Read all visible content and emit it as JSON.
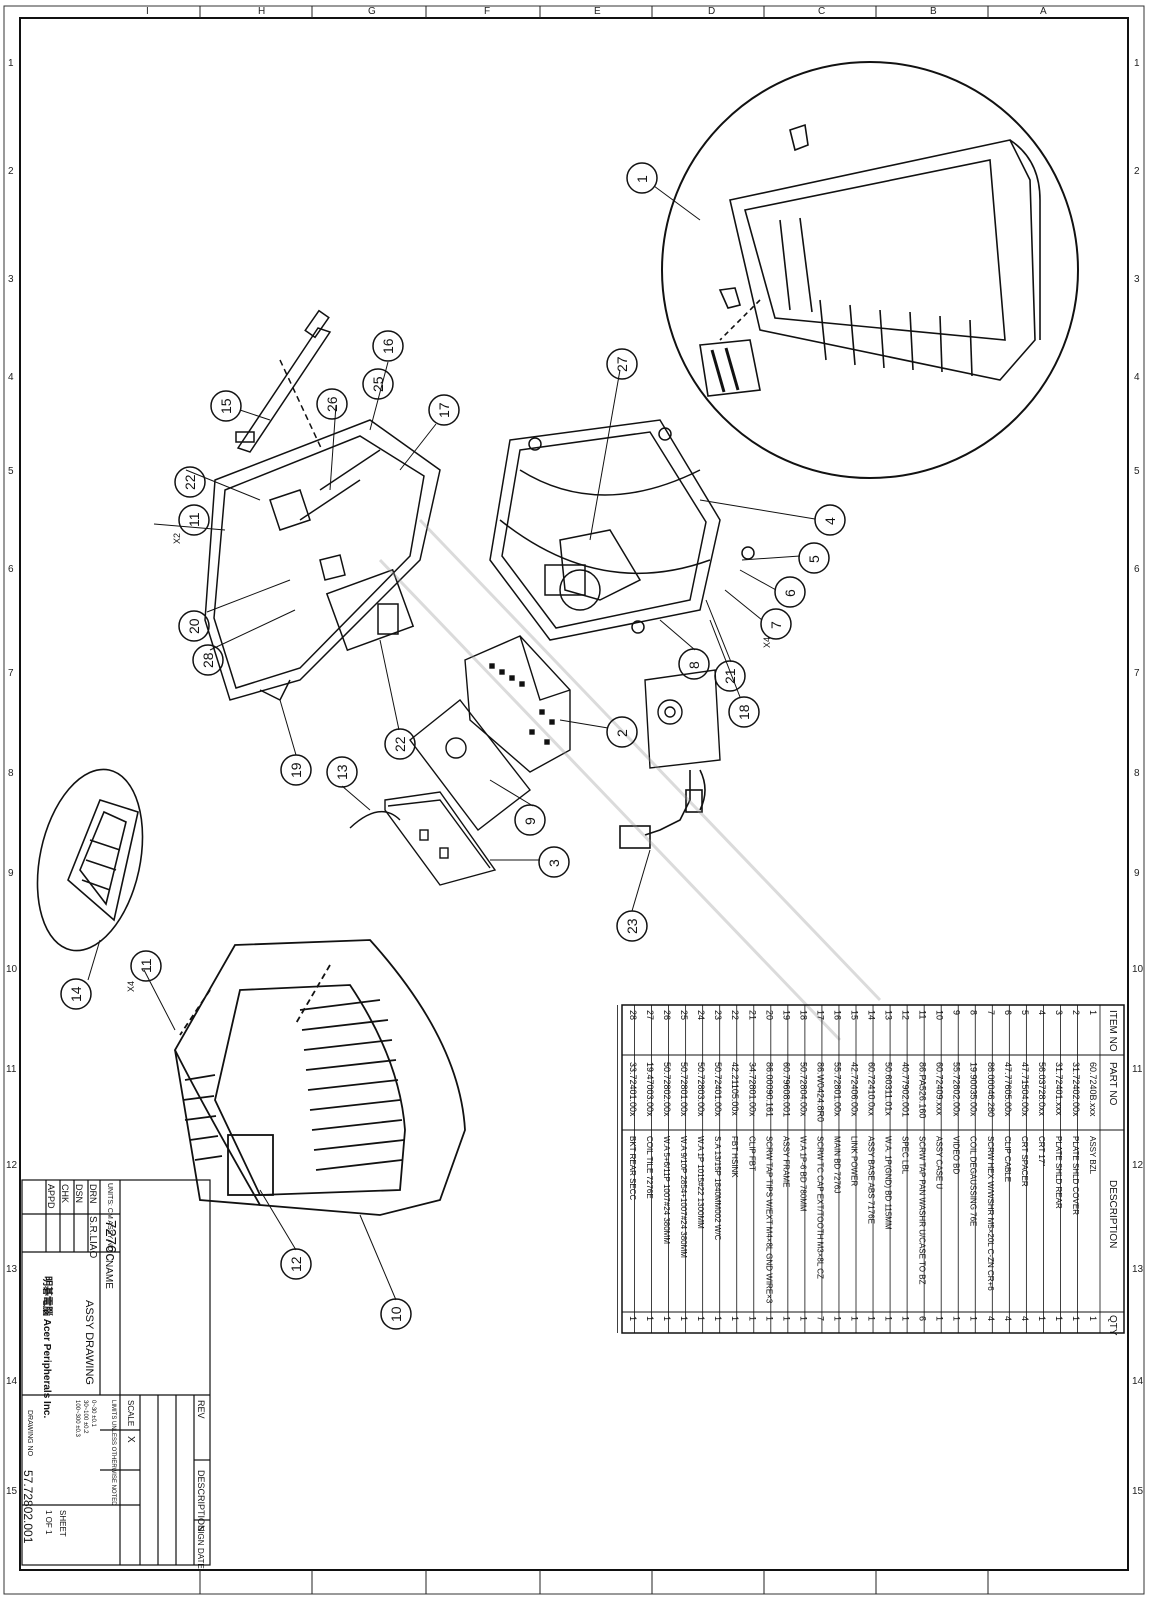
{
  "border_letters": [
    "A",
    "B",
    "C",
    "D",
    "E",
    "F",
    "G",
    "H",
    "I"
  ],
  "border_numbers": [
    "1",
    "2",
    "3",
    "4",
    "5",
    "6",
    "7",
    "8",
    "9",
    "10",
    "11",
    "12",
    "13",
    "14",
    "15"
  ],
  "callouts": [
    "1",
    "2",
    "3",
    "4",
    "5",
    "6",
    "7",
    "8",
    "9",
    "10",
    "11",
    "11",
    "12",
    "13",
    "14",
    "15",
    "16",
    "17",
    "18",
    "19",
    "20",
    "21",
    "22",
    "22",
    "23",
    "25",
    "26",
    "27",
    "28"
  ],
  "multipliers": {
    "x2": "X2",
    "x4a": "X4",
    "x4b": "X4"
  },
  "bom": {
    "headers": {
      "item": "ITEM NO",
      "part": "PART NO",
      "desc": "DESCRIPTION",
      "qty": "QTY"
    },
    "rows": [
      {
        "item": "1",
        "part": "60.7240B.xxx",
        "desc": "ASSY BZL",
        "qty": "1"
      },
      {
        "item": "2",
        "part": "31.72402.00x",
        "desc": "PLATE SHLD COVER",
        "qty": "1"
      },
      {
        "item": "3",
        "part": "31.72401.xxx",
        "desc": "PLATE SHLD REAR",
        "qty": "1"
      },
      {
        "item": "4",
        "part": "56.03728.0xx",
        "desc": "CRT 17\"",
        "qty": "1"
      },
      {
        "item": "5",
        "part": "47.71504.00x",
        "desc": "CRT SPACER",
        "qty": "4"
      },
      {
        "item": "6",
        "part": "47.77605.00x",
        "desc": "CLIP CABLE",
        "qty": "4"
      },
      {
        "item": "7",
        "part": "86.00046.280",
        "desc": "SCRW HEX W/WSHR M5×20L C-ZN CR+6",
        "qty": "4"
      },
      {
        "item": "8",
        "part": "19.90035.00x",
        "desc": "COIL DEGAUSSING 76E",
        "qty": "1"
      },
      {
        "item": "9",
        "part": "55.72802.00x",
        "desc": "VIDEO BD",
        "qty": "1"
      },
      {
        "item": "10",
        "part": "60.72409.xxx",
        "desc": "ASSY CASE U",
        "qty": "1"
      },
      {
        "item": "11",
        "part": "86.PA526.160",
        "desc": "SCRW TAP PAN WASHR U/CASE TO BZ",
        "qty": "6"
      },
      {
        "item": "12",
        "part": "40.77902.001",
        "desc": "SPEC LBL",
        "qty": "1"
      },
      {
        "item": "13",
        "part": "50.60311.01x",
        "desc": "W.A. 1P(GND) BD 115MM",
        "qty": "1"
      },
      {
        "item": "14",
        "part": "60.72410.0xx",
        "desc": "ASSY BASE ABS 7176E",
        "qty": "1"
      },
      {
        "item": "15",
        "part": "42.72406.00x",
        "desc": "LINK POWER",
        "qty": "1"
      },
      {
        "item": "16",
        "part": "55.72801.00x",
        "desc": "MAIN BD 7276J",
        "qty": "1"
      },
      {
        "item": "17",
        "part": "86.W0424.8R0",
        "desc": "SCRW TC CAP EXT/TOOTH M3×8L CZ",
        "qty": "7"
      },
      {
        "item": "18",
        "part": "50.72804.00x",
        "desc": "W.A 1P-6 BD 780MM",
        "qty": "1"
      },
      {
        "item": "19",
        "part": "60.79608.001",
        "desc": "ASSY FRAME",
        "qty": "1"
      },
      {
        "item": "20",
        "part": "86.00090.161",
        "desc": "SCRW TAP TIPS W/EXT M4×8L GND WIRE×3",
        "qty": "1"
      },
      {
        "item": "21",
        "part": "34.72801.00x",
        "desc": "CLIP FBT",
        "qty": "1"
      },
      {
        "item": "22",
        "part": "42.21105.00x",
        "desc": "FBT HSINK",
        "qty": "1"
      },
      {
        "item": "23",
        "part": "50.72401.00x",
        "desc": "S.A 13/15P 1840MM002 W/C",
        "qty": "1"
      },
      {
        "item": "24",
        "part": "50.72803.00x",
        "desc": "W.A 1P 1015#22 1300MM",
        "qty": "1"
      },
      {
        "item": "25",
        "part": "50.72801.00x",
        "desc": "W.A 9/10P 2854+1007#24 380MM",
        "qty": "1"
      },
      {
        "item": "26",
        "part": "50.72802.00x",
        "desc": "W.A 5+6/11P 1007#24 380MM",
        "qty": "1"
      },
      {
        "item": "27",
        "part": "19.47003.00x",
        "desc": "COIL TILE 7276E",
        "qty": "1"
      },
      {
        "item": "28",
        "part": "33.72401.00x",
        "desc": "BKT REAR SECC",
        "qty": "1"
      }
    ]
  },
  "title_block": {
    "unit_label": "UNITS: CM\nASSY NO.",
    "assy_no": "7276c",
    "name_label": "NAME",
    "name_value": "ASSY DRAWING",
    "drn": "DRN",
    "drn_value": "S.R.LIAO",
    "dsn": "DSN",
    "chk": "CHK",
    "appd": "APPD",
    "company": "明碁電腦 Acer Peripherals Inc.",
    "drawing_no_label": "DRAWING NO",
    "drawing_no": "57.72802.001",
    "sheet_label": "SHEET",
    "sheet_value": "1 OF 1",
    "rev_label": "REV",
    "desc_label": "DESCRIPTION",
    "sign_label": "SIGN",
    "date_label": "DATE",
    "scale_label": "SCALE",
    "scale_value": "X",
    "tolerance_label": "LIMITS UNLESS OTHERWISE NOTED",
    "tolerances": [
      "0~30 ±0.1",
      "30~100 ±0.2",
      "100~300 ±0.3"
    ]
  }
}
